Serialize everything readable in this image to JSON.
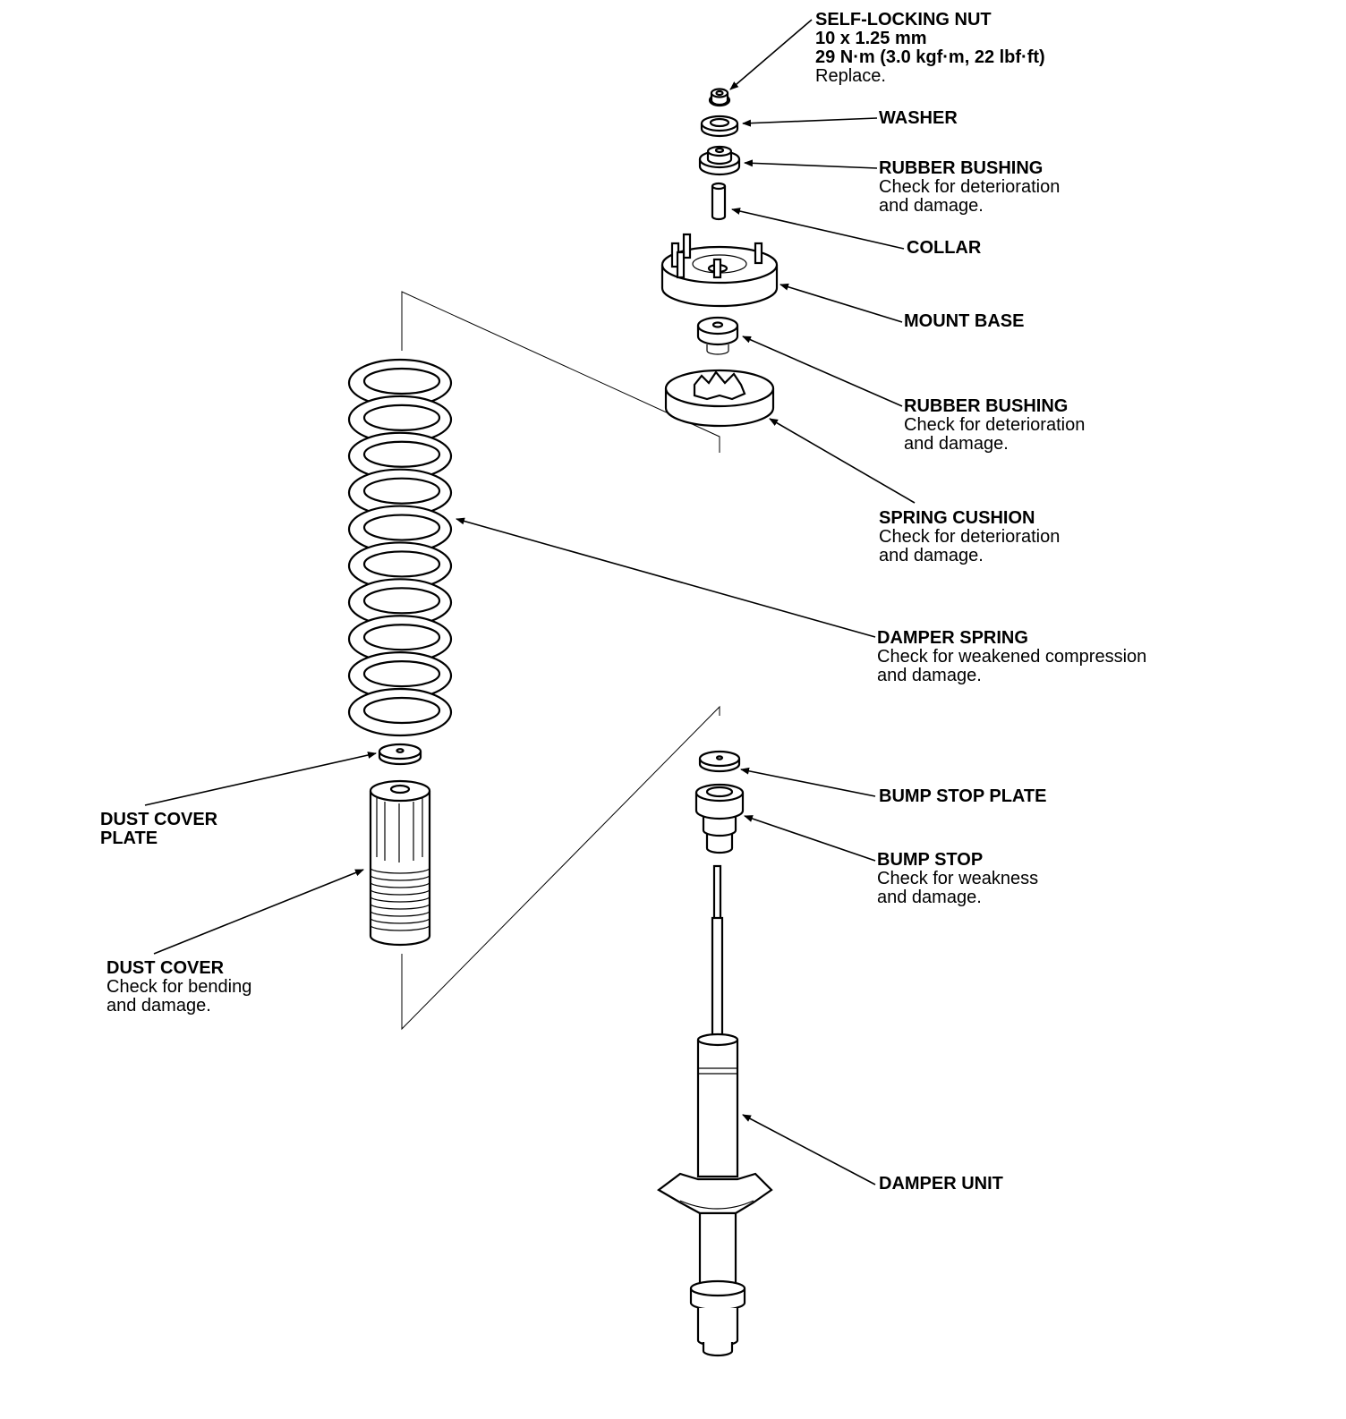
{
  "labels": {
    "self_locking_nut": {
      "title": "SELF-LOCKING NUT",
      "spec_1": "10 x 1.25 mm",
      "spec_2": "29 N·m (3.0 kgf·m, 22 lbf·ft)",
      "note": "Replace."
    },
    "washer": {
      "title": "WASHER"
    },
    "rubber_bushing_upper": {
      "title": "RUBBER BUSHING",
      "note_1": "Check for deterioration",
      "note_2": "and damage."
    },
    "collar": {
      "title": "COLLAR"
    },
    "mount_base": {
      "title": "MOUNT BASE"
    },
    "rubber_bushing_lower": {
      "title": "RUBBER BUSHING",
      "note_1": "Check for deterioration",
      "note_2": "and damage."
    },
    "spring_cushion": {
      "title": "SPRING CUSHION",
      "note_1": "Check for deterioration",
      "note_2": "and damage."
    },
    "damper_spring": {
      "title": "DAMPER SPRING",
      "note_1": "Check for weakened compression",
      "note_2": "and damage."
    },
    "bump_stop_plate": {
      "title": "BUMP STOP PLATE"
    },
    "bump_stop": {
      "title": "BUMP STOP",
      "note_1": "Check for weakness",
      "note_2": "and damage."
    },
    "damper_unit": {
      "title": "DAMPER UNIT"
    },
    "dust_cover_plate": {
      "title_1": "DUST COVER",
      "title_2": "PLATE"
    },
    "dust_cover": {
      "title": "DUST COVER",
      "note_1": "Check for bending",
      "note_2": "and damage."
    }
  }
}
